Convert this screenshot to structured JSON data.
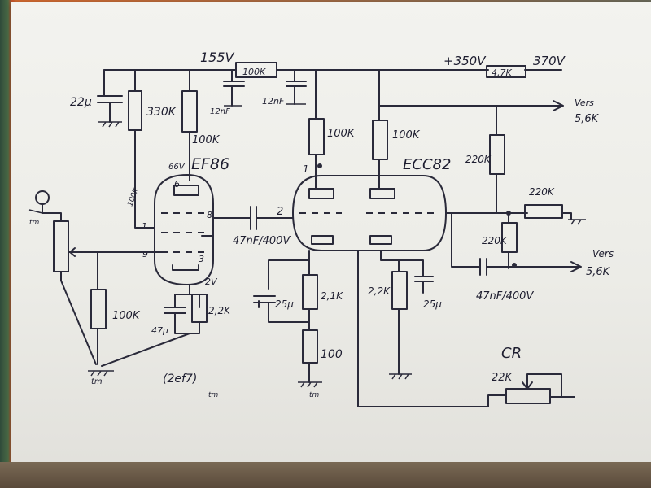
{
  "supply": {
    "node_155": "155V",
    "r_100k_top": "100K",
    "node_350": "+350V",
    "r_47k": "4,7K",
    "node_370": "370V"
  },
  "decoupling": {
    "c_22u": "22µ",
    "r_330k": "330K",
    "c_12nf_a": "12nF",
    "c_12nf_b": "12nF"
  },
  "ef86": {
    "tube": "EF86",
    "r_plate": "100K",
    "v_anode": "66V",
    "pin_6": "6",
    "pin_1": "1",
    "pin_8": "8",
    "pin_9": "9",
    "pin_3": "3",
    "v_cathode": "2V",
    "r_cathode": "2,2K",
    "c_cathode": "47µ",
    "r_grid": "100K",
    "note_100k_side": "100K",
    "note_2ef7": "(2ef7)"
  },
  "coupling": {
    "c_47nf": "47nF/400V",
    "pin_2": "2"
  },
  "ecc82": {
    "tube": "ECC82",
    "r_plate_a": "100K",
    "r_plate_b": "100K",
    "pin_1": "1",
    "r_cath_a": "2,1K",
    "r_cath_a_low": "100",
    "c_cath_a": "25µ",
    "r_cath_b": "2,2K",
    "c_cath_b": "25µ"
  },
  "output": {
    "r_220k_a": "220K",
    "r_220k_b": "220K",
    "r_220k_c": "220K",
    "out_top": "Vers",
    "out_top_val": "5,6K",
    "out_bottom": "Vers",
    "out_bottom_val": "5,6K",
    "c_out": "47nF/400V"
  },
  "control": {
    "title": "CR",
    "pot": "22K"
  },
  "ground": "tm",
  "colors": {
    "ink": "#2a2a3a",
    "paper": "#efefea"
  }
}
